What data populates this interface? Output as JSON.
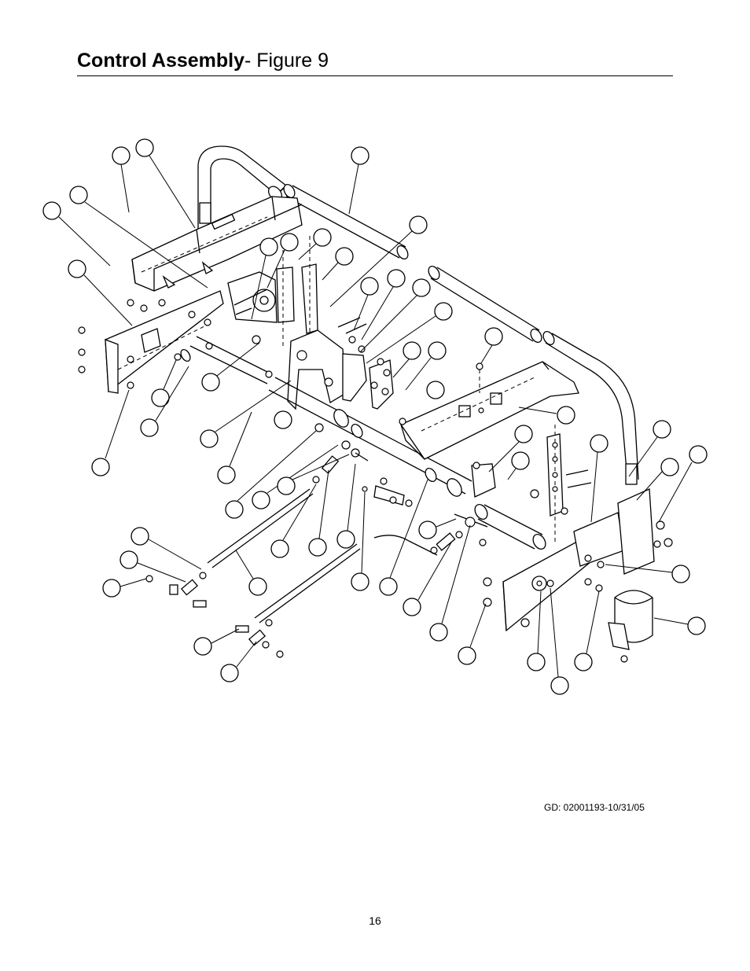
{
  "header": {
    "title_bold": "Control Assembly",
    "title_rest": "- Figure 9"
  },
  "figure": {
    "doc_id": "GD: 02001193-10/31/05"
  },
  "footer": {
    "page_number": "16"
  }
}
